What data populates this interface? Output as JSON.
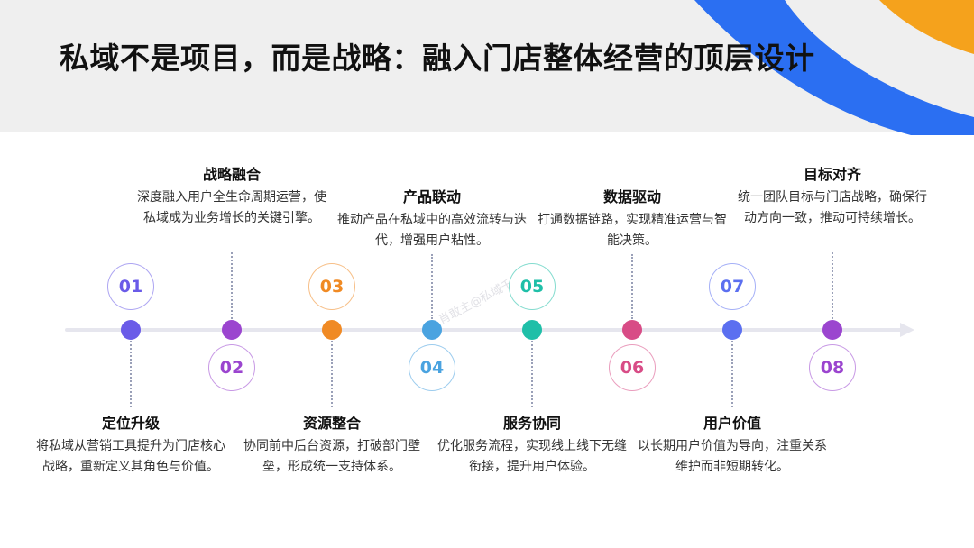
{
  "title": "私域不是项目，而是战略：融入门店整体经营的顶层设计",
  "watermark": "肖敢主@私域千货圈",
  "milestones": [
    {
      "num": "01",
      "title": "定位升级",
      "desc": "将私域从营销工具提升为门店核心战略，重新定义其角色与价值。",
      "color": "#6a5be8",
      "position": "below"
    },
    {
      "num": "02",
      "title": "战略融合",
      "desc": "深度融入用户全生命周期运营，使私域成为业务增长的关键引擎。",
      "color": "#9b45cf",
      "position": "above"
    },
    {
      "num": "03",
      "title": "资源整合",
      "desc": "协同前中后台资源，打破部门壁垒，形成统一支持体系。",
      "color": "#f08a24",
      "position": "below"
    },
    {
      "num": "04",
      "title": "产品联动",
      "desc": "推动产品在私域中的高效流转与迭代，增强用户粘性。",
      "color": "#4aa3e0",
      "position": "above"
    },
    {
      "num": "05",
      "title": "服务协同",
      "desc": "优化服务流程，实现线上线下无缝衔接，提升用户体验。",
      "color": "#1fbfa8",
      "position": "below"
    },
    {
      "num": "06",
      "title": "数据驱动",
      "desc": "打通数据链路，实现精准运营与智能决策。",
      "color": "#d84c86",
      "position": "above"
    },
    {
      "num": "07",
      "title": "用户价值",
      "desc": "以长期用户价值为导向，注重关系维护而非短期转化。",
      "color": "#5b6ff0",
      "position": "below"
    },
    {
      "num": "08",
      "title": "目标对齐",
      "desc": "统一团队目标与门店战略，确保行动方向一致，推动可持续增长。",
      "color": "#9b45cf",
      "position": "above"
    }
  ]
}
